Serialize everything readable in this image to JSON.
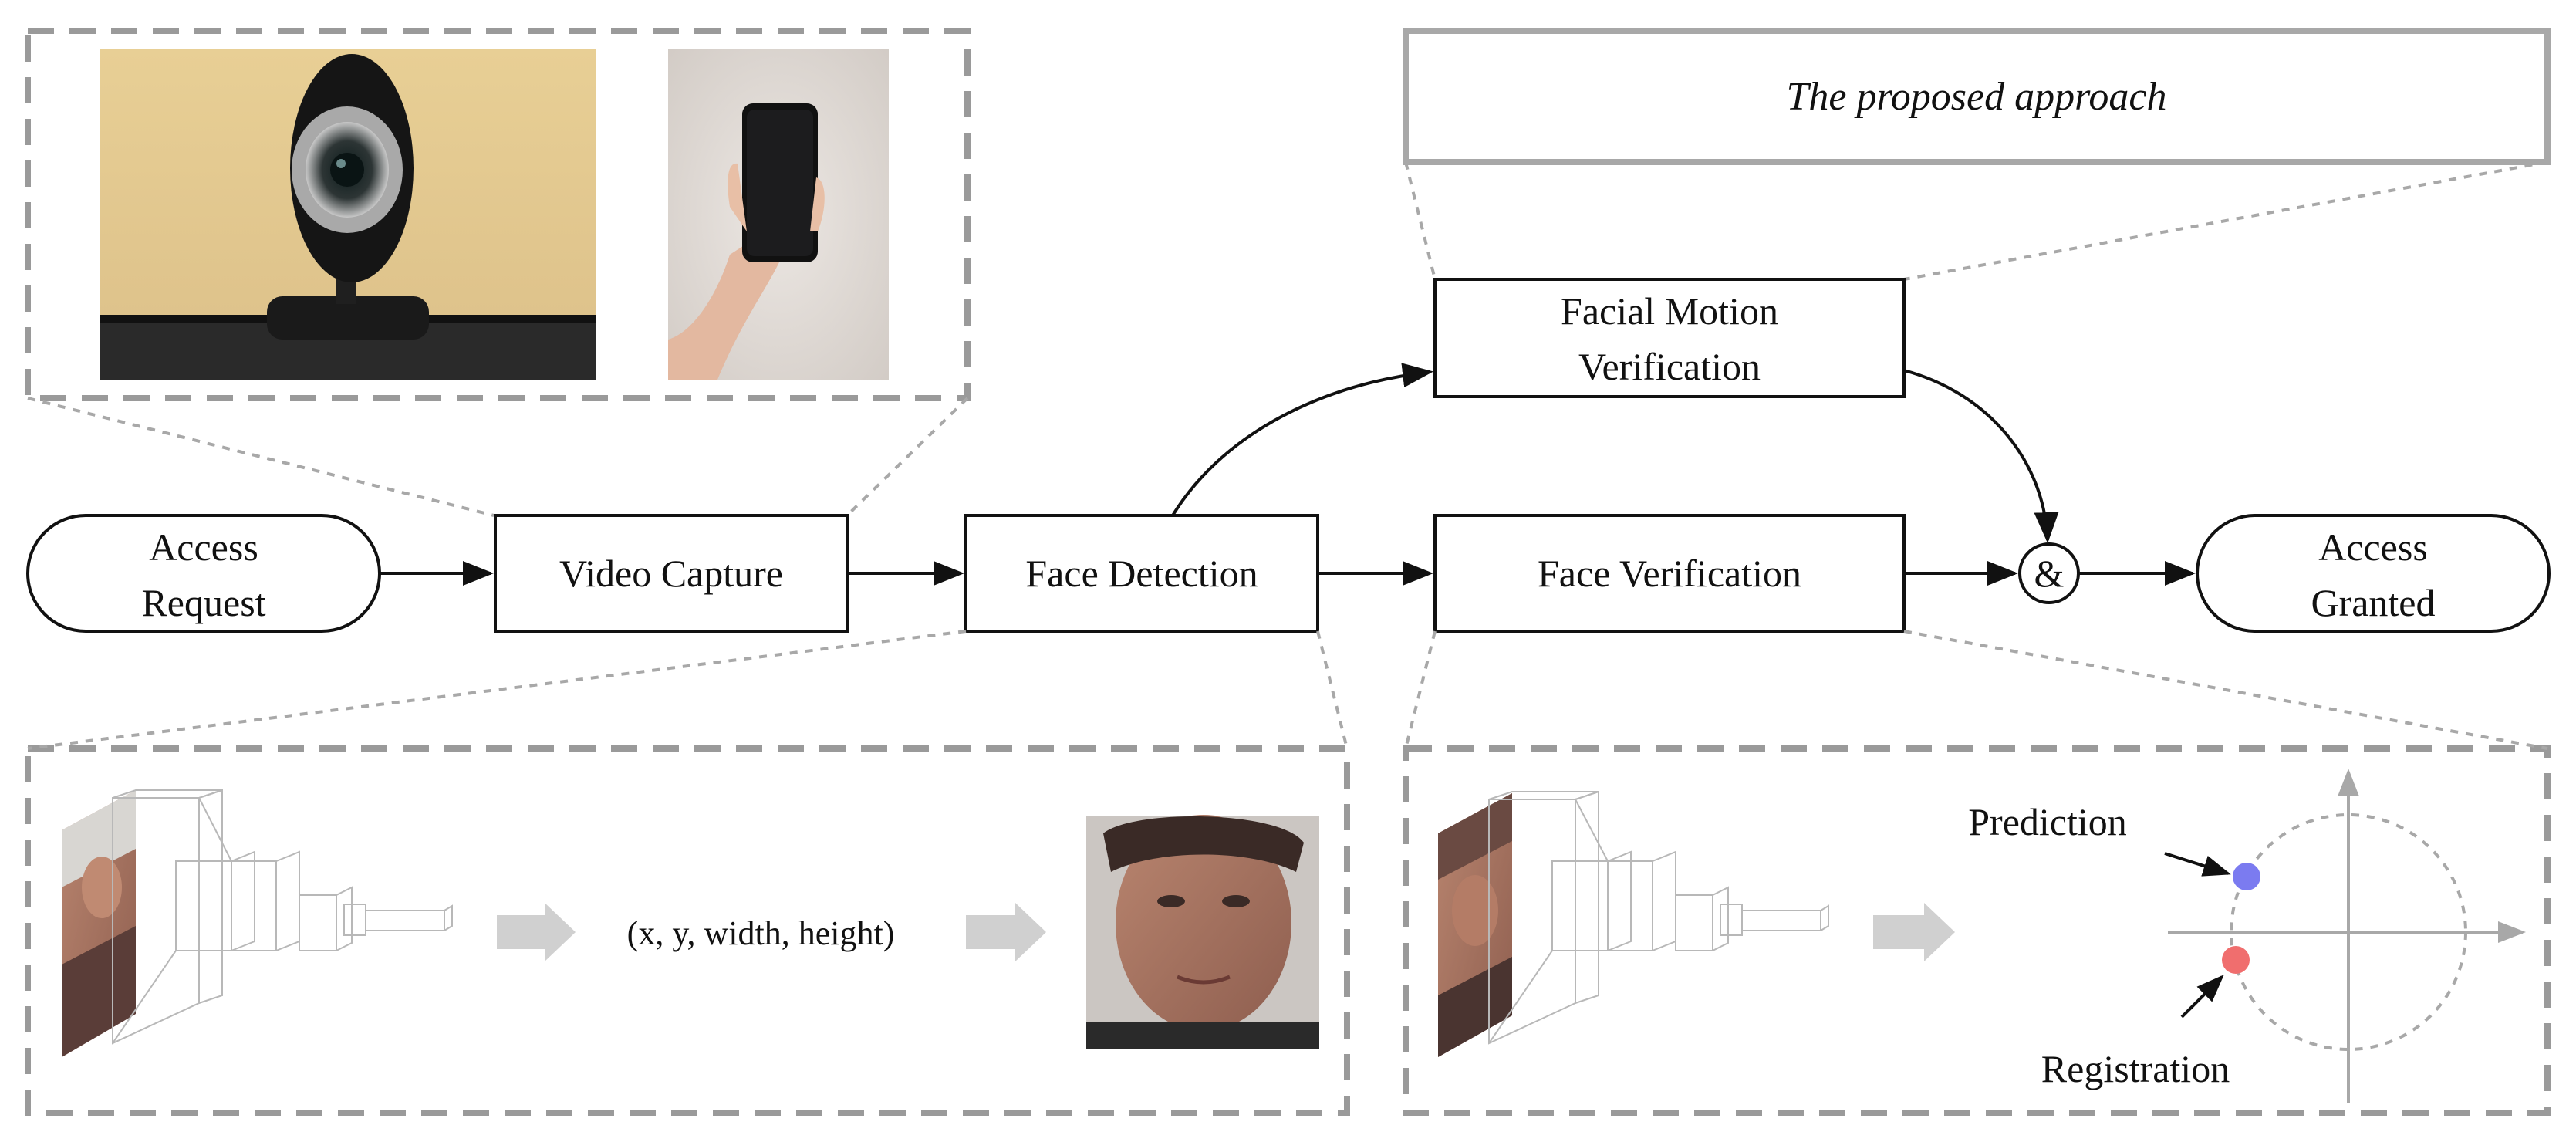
{
  "nodes": {
    "access_request": [
      "Access",
      "Request"
    ],
    "video_capture": "Video Capture",
    "face_detection": "Face Detection",
    "facial_motion_verification": [
      "Facial Motion",
      "Verification"
    ],
    "face_verification": "Face Verification",
    "and_gate": "&",
    "access_granted": [
      "Access",
      "Granted"
    ]
  },
  "callouts": {
    "proposed_approach": "The proposed approach",
    "detection_output": "(x, y, width, height)",
    "prediction_label": "Prediction",
    "registration_label": "Registration"
  },
  "colors": {
    "prediction_point": "#7b7bf0",
    "registration_point": "#f06e6e",
    "frame_gray": "#9a9a9a",
    "arrow_gray": "#d0d0d0"
  }
}
